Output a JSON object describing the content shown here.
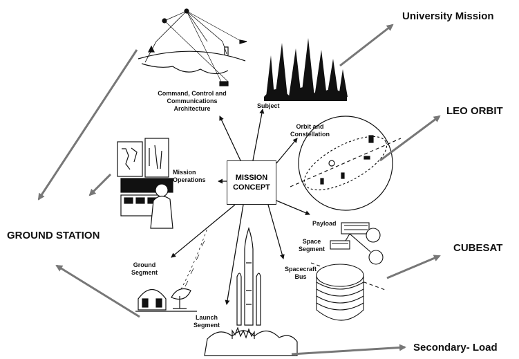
{
  "outer_labels": {
    "university_mission": "University Mission",
    "leo_orbit": "LEO ORBIT",
    "ground_station": "GROUND STATION",
    "cubesat": "CUBESAT",
    "secondary_load": "Secondary- Load"
  },
  "center": {
    "line1": "MISSION",
    "line2": "CONCEPT"
  },
  "segments": {
    "c3": [
      "Command, Control and",
      "Communications",
      "Architecture"
    ],
    "subject": "Subject",
    "orbit": [
      "Orbit and",
      "Constellation"
    ],
    "mission_ops": [
      "Mission",
      "Operations"
    ],
    "payload": "Payload",
    "space_segment": [
      "Space",
      "Segment"
    ],
    "spacecraft_bus": [
      "Spacecraft",
      "Bus"
    ],
    "ground_segment": [
      "Ground",
      "Segment"
    ],
    "launch_segment": [
      "Launch",
      "Segment"
    ]
  },
  "colors": {
    "arrow_gray": "#777777",
    "ink": "#111111"
  }
}
